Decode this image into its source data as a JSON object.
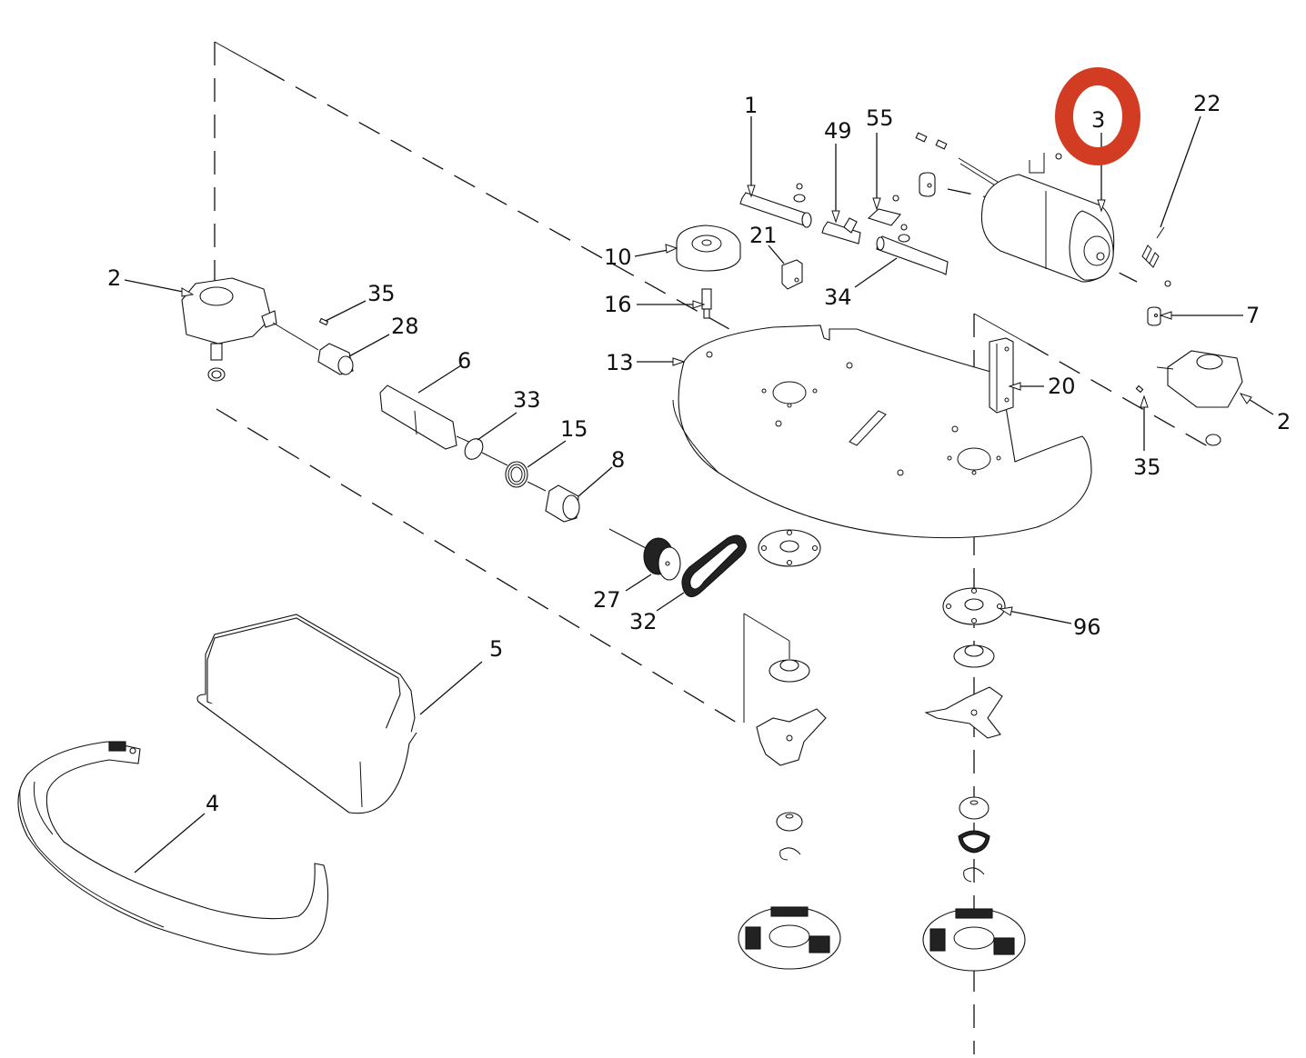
{
  "diagram": {
    "title": "Exploded parts diagram",
    "highlight": {
      "callout": "3",
      "color": "#D23C23",
      "shape": "ring"
    },
    "callouts": [
      {
        "id": "c1",
        "label": "1",
        "part": "tube-with-clamp"
      },
      {
        "id": "c2a",
        "label": "2",
        "part": "gearbox-left"
      },
      {
        "id": "c2b",
        "label": "2",
        "part": "gearbox-right"
      },
      {
        "id": "c3",
        "label": "3",
        "part": "motor"
      },
      {
        "id": "c4",
        "label": "4",
        "part": "bumper-strip"
      },
      {
        "id": "c5",
        "label": "5",
        "part": "cover-housing"
      },
      {
        "id": "c6",
        "label": "6",
        "part": "shaft"
      },
      {
        "id": "c7",
        "label": "7",
        "part": "coupler"
      },
      {
        "id": "c8",
        "label": "8",
        "part": "sleeve"
      },
      {
        "id": "c10",
        "label": "10",
        "part": "disc-cap"
      },
      {
        "id": "c13",
        "label": "13",
        "part": "base-plate"
      },
      {
        "id": "c15",
        "label": "15",
        "part": "spring"
      },
      {
        "id": "c16",
        "label": "16",
        "part": "fitting"
      },
      {
        "id": "c20",
        "label": "20",
        "part": "bracket"
      },
      {
        "id": "c21",
        "label": "21",
        "part": "block"
      },
      {
        "id": "c22",
        "label": "22",
        "part": "tension-spring"
      },
      {
        "id": "c27",
        "label": "27",
        "part": "pulley"
      },
      {
        "id": "c28",
        "label": "28",
        "part": "coupling-sleeve"
      },
      {
        "id": "c32",
        "label": "32",
        "part": "belt"
      },
      {
        "id": "c33",
        "label": "33",
        "part": "retaining-ring"
      },
      {
        "id": "c34",
        "label": "34",
        "part": "tube-with-clamp-2"
      },
      {
        "id": "c35a",
        "label": "35",
        "part": "pin-left"
      },
      {
        "id": "c35b",
        "label": "35",
        "part": "pin-right"
      },
      {
        "id": "c49",
        "label": "49",
        "part": "tee-fitting"
      },
      {
        "id": "c55",
        "label": "55",
        "part": "plate"
      },
      {
        "id": "c96",
        "label": "96",
        "part": "mounting-disc"
      }
    ]
  }
}
